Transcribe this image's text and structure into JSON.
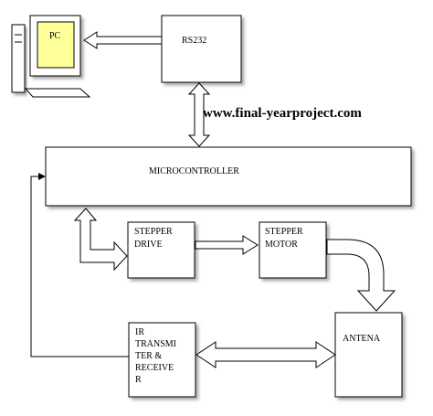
{
  "blocks": {
    "pc": "PC",
    "rs232": "RS232",
    "microcontroller": "MICROCONTROLLER",
    "stepper_drive": [
      "STEPPER",
      "DRIVE"
    ],
    "stepper_motor": [
      "STEPPER",
      "MOTOR"
    ],
    "antena": "ANTENA",
    "ir": [
      "IR",
      "TRANSMI",
      "TER &",
      "RECEIVE",
      "R"
    ]
  },
  "watermark": "www.final-yearproject.com"
}
